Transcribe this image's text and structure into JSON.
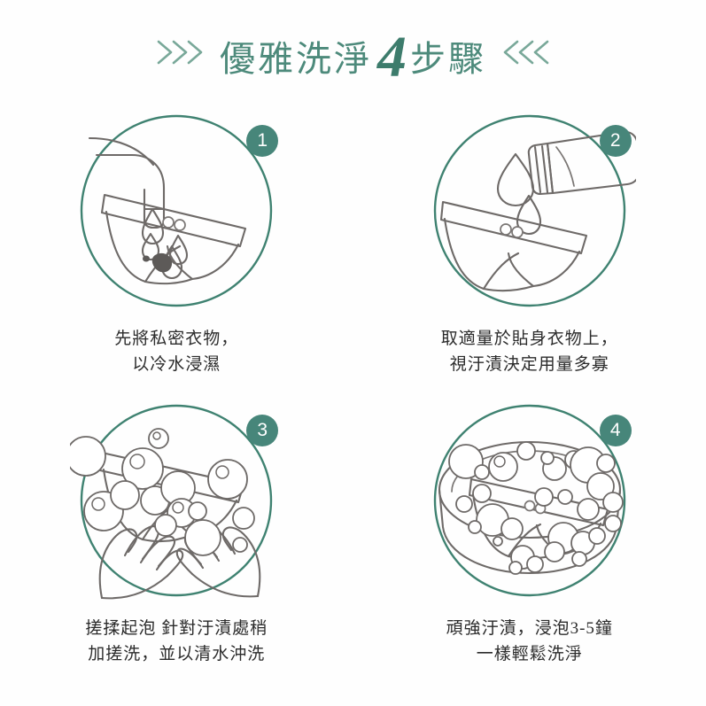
{
  "header": {
    "title_cjk_before": "優雅洗淨",
    "title_number": "4",
    "title_cjk_after": "步驟",
    "left_chevrons_icon": "triple-chevron-right-icon",
    "right_chevrons_icon": "triple-chevron-left-icon",
    "accent_color": "#4d8a7b",
    "number_color": "#3d7c6c"
  },
  "theme": {
    "background": "#fefefe",
    "badge_color": "#47867a",
    "badge_text_color": "#ffffff",
    "circle_stroke": "#3f8271",
    "line_art_stroke": "#6e6a68",
    "caption_color": "#2b2b2b",
    "stain_color": "#5d5a58"
  },
  "steps": [
    {
      "number": "1",
      "illustration": "faucet-dripping-onto-underwear-with-stain",
      "caption_lines": [
        "先將私密衣物，",
        "以冷水浸濕"
      ]
    },
    {
      "number": "2",
      "illustration": "detergent-bottle-pouring-onto-underwear",
      "caption_lines": [
        "取適量於貼身衣物上，",
        "視汙漬決定用量多寡"
      ]
    },
    {
      "number": "3",
      "illustration": "hands-scrubbing-underwear-with-foam-bubbles",
      "caption_lines": [
        "搓揉起泡 針對汙漬處稍",
        "加搓洗，並以清水沖洗"
      ]
    },
    {
      "number": "4",
      "illustration": "underwear-soaking-in-basin-full-of-bubbles",
      "caption_lines": [
        "頑強汙漬，浸泡3-5鐘",
        "一樣輕鬆洗淨"
      ]
    }
  ]
}
